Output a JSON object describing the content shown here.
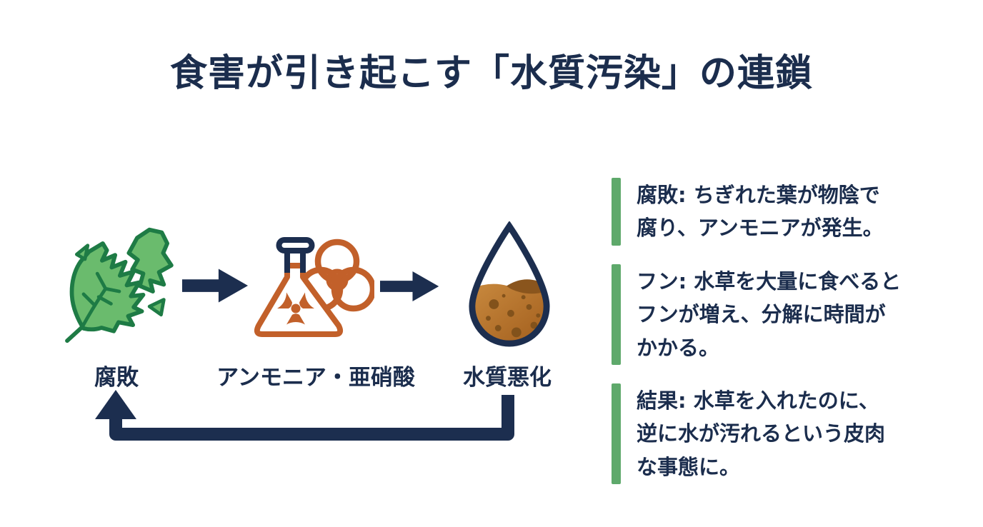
{
  "title": {
    "text": "食害が引き起こす「水質汚染」の連鎖"
  },
  "flow": {
    "steps": [
      {
        "icon": "torn-leaf-icon",
        "label": "腐敗"
      },
      {
        "icon": "toxic-flask-icon",
        "label": "アンモニア・亜硝酸"
      },
      {
        "icon": "polluted-water-drop-icon",
        "label": "水質悪化"
      }
    ],
    "arrows": [
      "right-arrow",
      "right-arrow",
      "feedback-loop-arrow"
    ]
  },
  "notes": [
    {
      "lines": [
        "腐敗: ちぎれた葉が物陰で",
        "腐り、アンモニアが発生。"
      ]
    },
    {
      "lines": [
        "フン: 水草を大量に食べると",
        "フンが増え、分解に時間が",
        "かかる。"
      ]
    },
    {
      "lines": [
        "結果: 水草を入れたのに、",
        "逆に水が汚れるという皮肉",
        "な事態に。"
      ]
    }
  ],
  "colors": {
    "background": "#ffffff",
    "navy": "#1c2e4f",
    "text-navy": "#1b2d4d",
    "orange": "#c2602a",
    "leaf-fill": "#6abb6d",
    "leaf-stroke": "#1e7b45",
    "accent-green": "#5ea96b",
    "liquid-light": "#c98a3f",
    "liquid-dark": "#a05c1b",
    "liquid-band": "#8a551d",
    "liquid-spot": "#82521b"
  }
}
